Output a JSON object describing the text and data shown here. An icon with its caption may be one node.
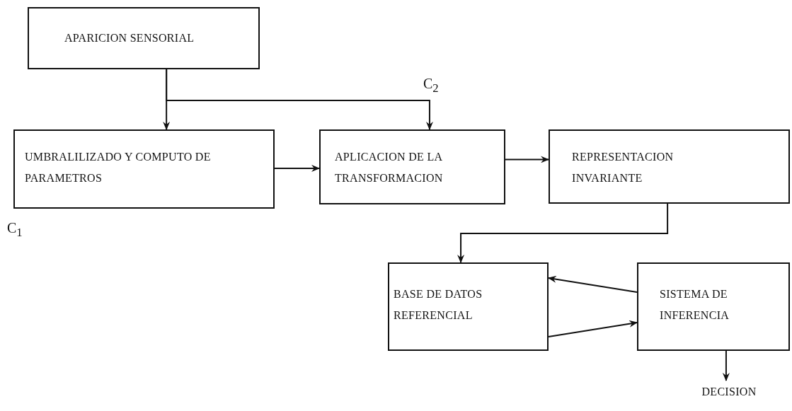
{
  "diagram": {
    "nodes": [
      {
        "text": [
          "APARICION SENSORIAL"
        ]
      },
      {
        "text": [
          "UMBRALILIZADO Y COMPUTO DE PARAMETROS"
        ]
      },
      {
        "text": [
          "APLICACION DE LA TRANSFORMACION"
        ]
      },
      {
        "text": [
          "REPRESENTACION INVARIANTE"
        ]
      },
      {
        "text": [
          "BASE DE DATOS REFERENCIAL"
        ]
      },
      {
        "text": [
          "SISTEMA DE INFERENCIA"
        ]
      },
      {
        "text": [
          "DECISION"
        ]
      }
    ],
    "edges": [
      {
        "from": 0,
        "to": 1,
        "arrow": "to"
      },
      {
        "from": 0,
        "to": 2,
        "arrow": "to"
      },
      {
        "from": 1,
        "to": 2,
        "arrow": "to"
      },
      {
        "from": 2,
        "to": 3,
        "arrow": "to"
      },
      {
        "from": 3,
        "to": 4,
        "arrow": "to"
      },
      {
        "from": 5,
        "to": 4,
        "arrow": "to"
      },
      {
        "from": 4,
        "to": 5,
        "arrow": "to"
      },
      {
        "from": 5,
        "to": 6,
        "arrow": "to"
      }
    ],
    "labels": [
      "C$_{2}$",
      "C$_{1}$"
    ]
  }
}
